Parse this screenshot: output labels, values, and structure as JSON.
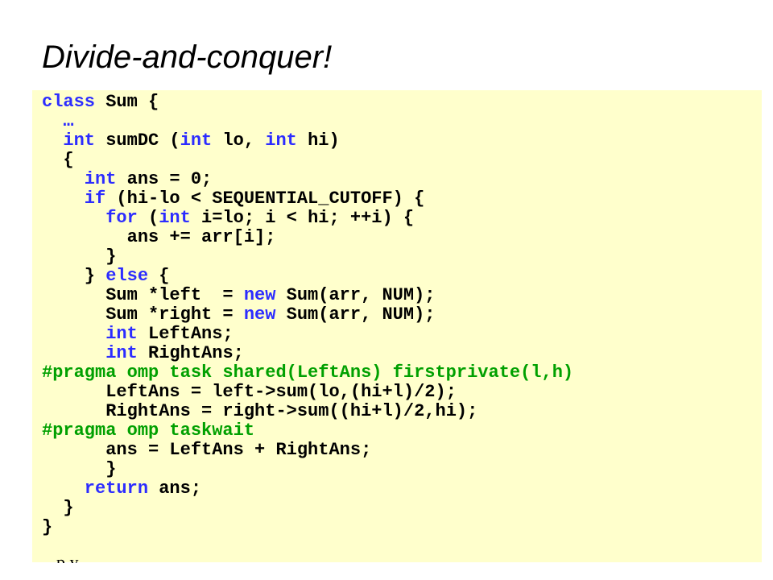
{
  "slide": {
    "title": "Divide-and-conquer!"
  },
  "code": {
    "lines": [
      [
        {
          "t": "class",
          "k": "kw"
        },
        {
          "t": " Sum {",
          "k": "bk"
        }
      ],
      [
        {
          "t": "  …",
          "k": "kw"
        }
      ],
      [
        {
          "t": "  int",
          "k": "kw"
        },
        {
          "t": " sumDC (",
          "k": "bk"
        },
        {
          "t": "int",
          "k": "kw"
        },
        {
          "t": " lo, ",
          "k": "bk"
        },
        {
          "t": "int",
          "k": "kw"
        },
        {
          "t": " hi)",
          "k": "bk"
        }
      ],
      [
        {
          "t": "  {",
          "k": "bk"
        }
      ],
      [
        {
          "t": "    int",
          "k": "kw"
        },
        {
          "t": " ans = 0;",
          "k": "bk"
        }
      ],
      [
        {
          "t": "    if",
          "k": "kw"
        },
        {
          "t": " (hi-lo < SEQUENTIAL_CUTOFF) {",
          "k": "bk"
        }
      ],
      [
        {
          "t": "      for",
          "k": "kw"
        },
        {
          "t": " (",
          "k": "bk"
        },
        {
          "t": "int",
          "k": "kw"
        },
        {
          "t": " i=lo; i < hi; ++i) {",
          "k": "bk"
        }
      ],
      [
        {
          "t": "        ans += arr[i];",
          "k": "bk"
        }
      ],
      [
        {
          "t": "      }",
          "k": "bk"
        }
      ],
      [
        {
          "t": "    } ",
          "k": "bk"
        },
        {
          "t": "else",
          "k": "kw"
        },
        {
          "t": " {",
          "k": "bk"
        }
      ],
      [
        {
          "t": "      Sum *left  = ",
          "k": "bk"
        },
        {
          "t": "new",
          "k": "kw"
        },
        {
          "t": " Sum(arr, NUM);",
          "k": "bk"
        }
      ],
      [
        {
          "t": "      Sum *right = ",
          "k": "bk"
        },
        {
          "t": "new",
          "k": "kw"
        },
        {
          "t": " Sum(arr, NUM);",
          "k": "bk"
        }
      ],
      [
        {
          "t": "      int",
          "k": "kw"
        },
        {
          "t": " LeftAns;",
          "k": "bk"
        }
      ],
      [
        {
          "t": "      int",
          "k": "kw"
        },
        {
          "t": " RightAns;",
          "k": "bk"
        }
      ],
      [
        {
          "t": "#pragma omp task shared(LeftAns) firstprivate(l,h)",
          "k": "pr"
        }
      ],
      [
        {
          "t": "      LeftAns = left->",
          "k": "bk"
        },
        {
          "t": "sum(lo,(hi+l)/2);",
          "k": "bk"
        }
      ],
      [
        {
          "t": "      RightAns = right->",
          "k": "bk"
        },
        {
          "t": "sum((hi+l)/2,hi);",
          "k": "bk"
        }
      ],
      [
        {
          "t": "#pragma omp taskwait",
          "k": "pr"
        }
      ],
      [
        {
          "t": "      ans = LeftAns + RightAns;",
          "k": "bk"
        }
      ],
      [
        {
          "t": "      }",
          "k": "bk"
        }
      ],
      [
        {
          "t": "    return",
          "k": "kw"
        },
        {
          "t": " ans;",
          "k": "bk"
        }
      ],
      [
        {
          "t": "  }",
          "k": "bk"
        }
      ],
      [
        {
          "t": "}",
          "k": "bk"
        }
      ]
    ]
  },
  "footer_peek": "     p                                   y,"
}
